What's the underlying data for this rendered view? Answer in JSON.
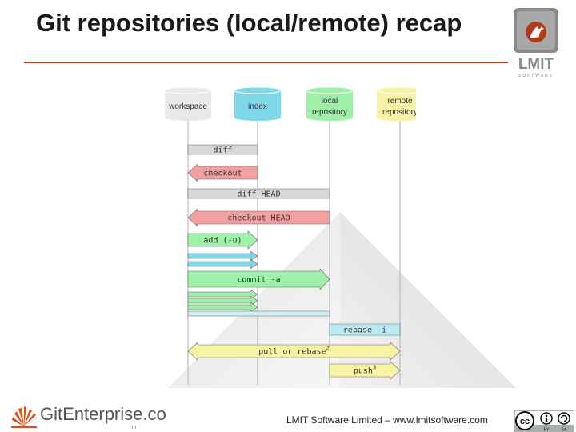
{
  "slide": {
    "title": "Git repositories (local/remote) recap",
    "footer": "LMIT Software Limited – www.lmitsoftware.com"
  },
  "branding": {
    "lmit_logo_text": "LMIT",
    "lmit_logo_sub": "SOFTWARE",
    "gitenterprise_text": "GitEnterprise.co",
    "gitenterprise_sub": "m",
    "cc_labels": [
      "BY",
      "SA"
    ]
  },
  "diagram": {
    "columns": [
      {
        "id": "workspace",
        "label": [
          "workspace"
        ],
        "color": "#e9e9e9"
      },
      {
        "id": "index",
        "label": [
          "index"
        ],
        "color": "#7fd8ea"
      },
      {
        "id": "local",
        "label": [
          "local",
          "repository"
        ],
        "color": "#9ef0a8"
      },
      {
        "id": "remote",
        "label": [
          "remote",
          "repository"
        ],
        "color": "#f8f2a4"
      }
    ],
    "commands": [
      {
        "label": "diff",
        "from": "index",
        "to": "workspace",
        "arrow": "none",
        "color": "#d8d8d8"
      },
      {
        "label": "checkout",
        "from": "index",
        "to": "workspace",
        "arrow": "left",
        "color": "#f4a0a0"
      },
      {
        "label": "diff HEAD",
        "from": "local",
        "to": "workspace",
        "arrow": "none",
        "color": "#d8d8d8"
      },
      {
        "label": "checkout HEAD",
        "from": "local",
        "to": "workspace",
        "arrow": "left",
        "color": "#f4a0a0"
      },
      {
        "label": "add (-u)",
        "from": "workspace",
        "to": "index",
        "arrow": "right",
        "color": "#9ef0a8"
      },
      {
        "label": "",
        "from": "workspace",
        "to": "index",
        "arrow": "right",
        "color": "#7fd8ea"
      },
      {
        "label": "",
        "from": "workspace",
        "to": "index",
        "arrow": "right",
        "color": "#7fd8ea"
      },
      {
        "label": "commit -a",
        "from": "workspace",
        "to": "local",
        "arrow": "right",
        "color": "#9ef0a8"
      },
      {
        "label": "",
        "from": "workspace",
        "to": "index",
        "arrow": "right",
        "color": "#9ef0a8"
      },
      {
        "label": "",
        "from": "workspace",
        "to": "index",
        "arrow": "right",
        "color": "#9ef0a8"
      },
      {
        "label": "",
        "from": "workspace",
        "to": "index",
        "arrow": "right",
        "color": "#9ef0a8"
      },
      {
        "label": "",
        "from": "workspace",
        "to": "local",
        "arrow": "none",
        "color": "#cfeff2"
      },
      {
        "label": "rebase -i",
        "from": "local",
        "to": "remote",
        "arrow": "none",
        "color": "#b8ecf2"
      },
      {
        "label": "pull or rebase",
        "sup": "2",
        "from": "remote",
        "to": "workspace",
        "arrow": "both",
        "color": "#f8f2a4"
      },
      {
        "label": "push",
        "sup": "3",
        "from": "local",
        "to": "remote",
        "arrow": "right",
        "color": "#f8f2a4"
      }
    ]
  }
}
